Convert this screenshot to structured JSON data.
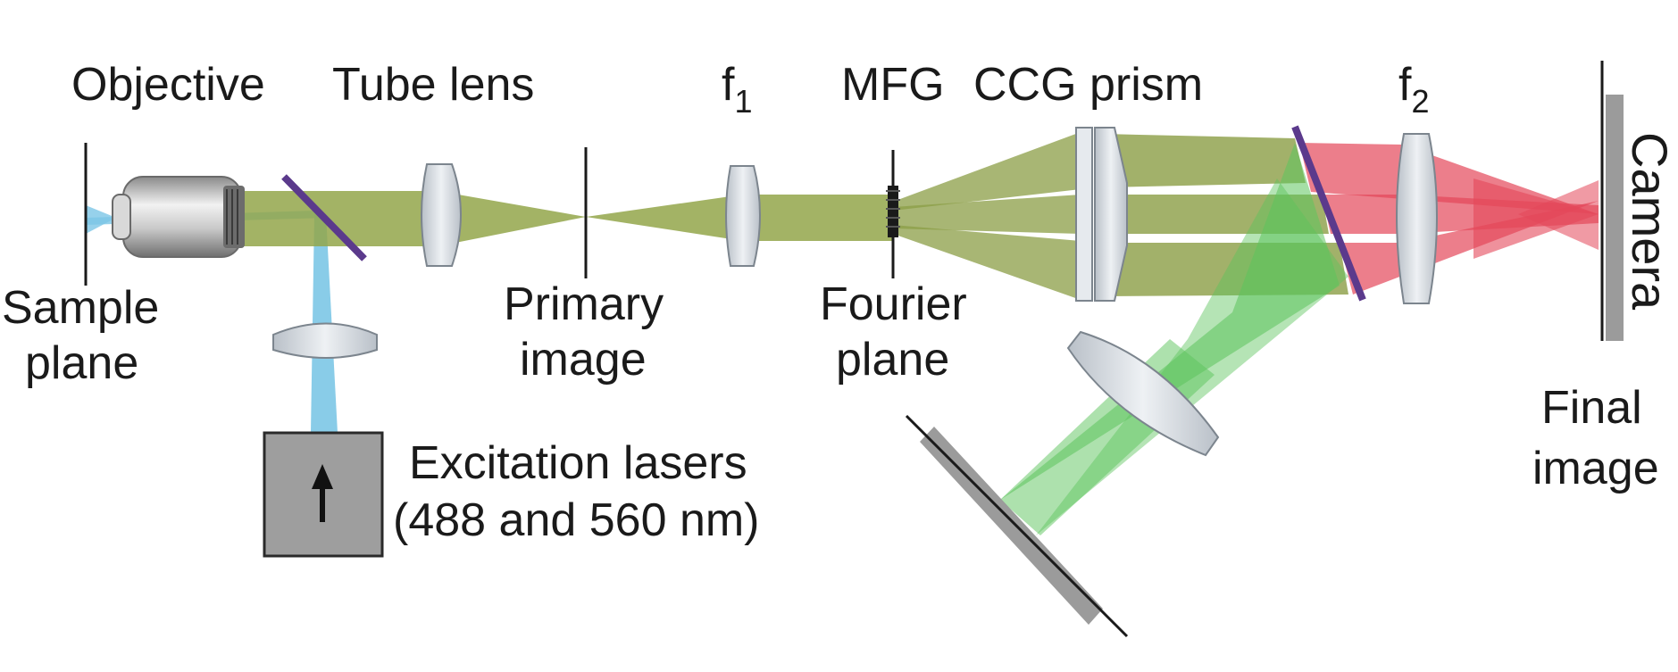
{
  "labels": {
    "objective": "Objective",
    "tube_lens": "Tube lens",
    "f1_base": "f",
    "f1_sub": "1",
    "mfg": "MFG",
    "ccg_prism": "CCG prism",
    "f2_base": "f",
    "f2_sub": "2",
    "camera": "Camera",
    "sample_plane_line1": "Sample",
    "sample_plane_line2": "plane",
    "primary_image_line1": "Primary",
    "primary_image_line2": "image",
    "fourier_plane_line1": "Fourier",
    "fourier_plane_line2": "plane",
    "final_image_line1": "Final",
    "final_image_line2": "image",
    "excitation_line1": "Excitation lasers",
    "excitation_line2": "(488 and 560 nm)"
  },
  "colors": {
    "excitation_beam": "#7cc6e6",
    "emission_beam": "#93a64a",
    "green_channel": "#5cc45c",
    "red_channel": "#e4475a",
    "dichroic": "#5b3a8c",
    "lens_fill": "#d8dde3",
    "camera": "#9b9b9b",
    "laser_box": "#9e9e9e"
  },
  "icons": {
    "objective": "microscope-objective-icon",
    "laser_arrow": "arrow-up-icon"
  }
}
